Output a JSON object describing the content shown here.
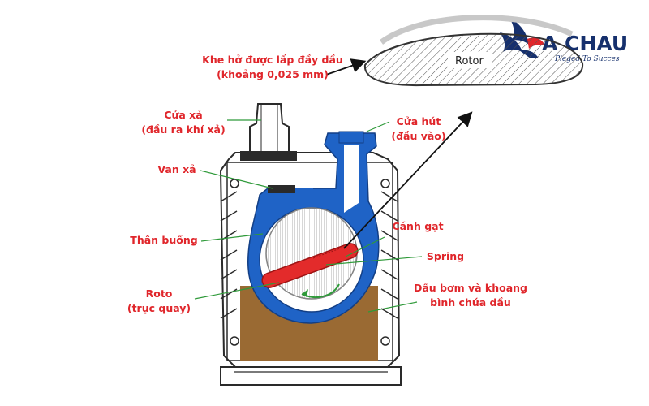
{
  "logo": {
    "name": "A CHAU",
    "tagline": "Pleged To Succes"
  },
  "rotor_label": "Rotor",
  "labels": {
    "gap_line1": "Khe hở được lấp đầy dầu",
    "gap_line2": "(khoảng 0,025 mm)",
    "exhaust_line1": "Cửa xả",
    "exhaust_line2": "(đầu ra khí xả)",
    "valve": "Van xả",
    "chamber": "Thân buồng",
    "rotor_line1": "Roto",
    "rotor_line2": "(trục quay)",
    "intake_line1": "Cửa hút",
    "intake_line2": "(đầu vào)",
    "vane": "Cánh gạt",
    "spring": "Spring",
    "oil_line1": "Dầu bơm và khoang",
    "oil_line2": "bình chứa dầu"
  },
  "colors": {
    "label": "#e0262b",
    "leader": "#2f9a3a",
    "chamber": "#1f63c6",
    "oil": "#9a6a33",
    "vane": "#e32b2b",
    "logo": "#16306d"
  }
}
